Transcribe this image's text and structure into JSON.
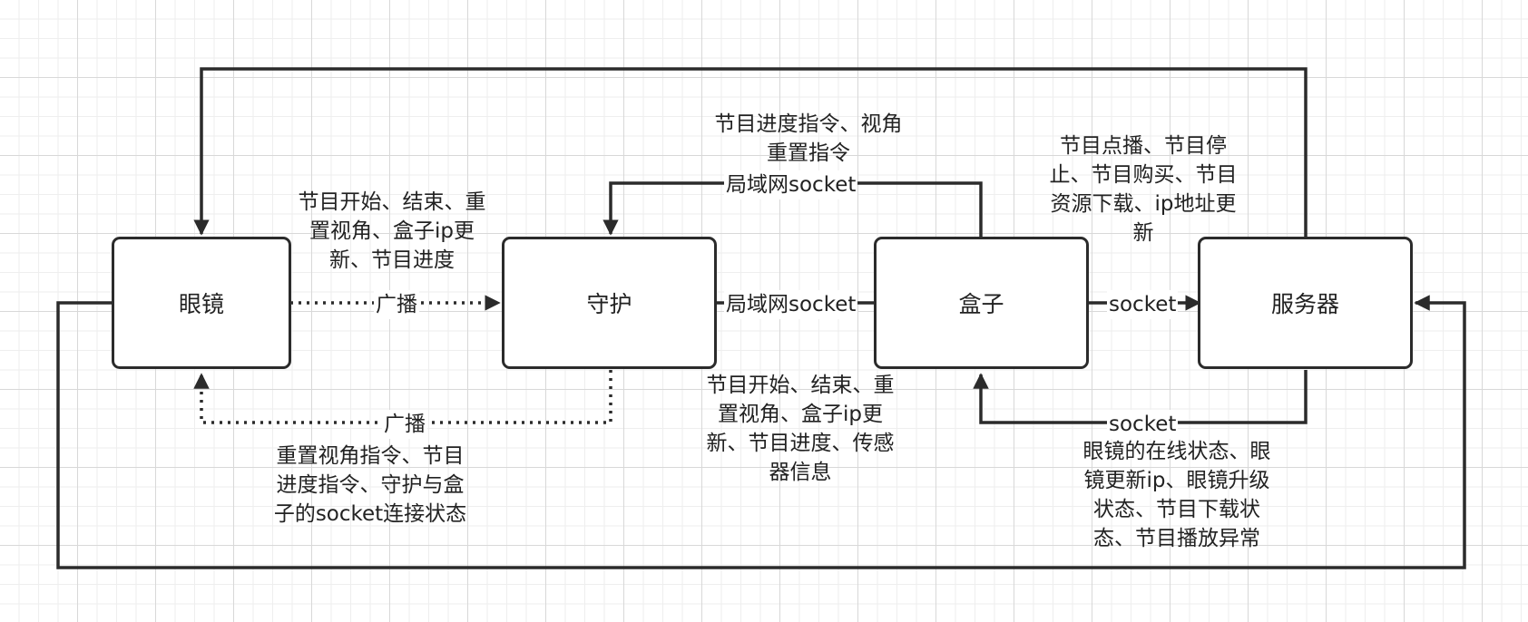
{
  "nodes": {
    "glasses": "眼镜",
    "guard": "守护",
    "box": "盒子",
    "server": "服务器"
  },
  "edges": {
    "broadcast_top": "广播",
    "broadcast_bottom": "广播",
    "lan_socket_top": "局域网socket",
    "lan_socket_mid": "局域网socket",
    "socket_mid": "socket",
    "socket_bottom": "socket"
  },
  "notes": {
    "glasses_to_guard": "节目开始、结束、重\n置视角、盒子ip更\n新、节目进度",
    "guard_to_glasses": "重置视角指令、节目\n进度指令、守护与盒\n子的socket连接状态",
    "box_to_guard": "节目进度指令、视角\n重置指令",
    "guard_to_box": "节目开始、结束、重\n置视角、盒子ip更\n新、节目进度、传感\n器信息",
    "box_to_server": "节目点播、节目停\n止、节目购买、节目\n资源下载、ip地址更\n新",
    "server_to_box": "眼镜的在线状态、眼\n镜更新ip、眼镜升级\n状态、节目下载状\n态、节目播放异常"
  },
  "colors": {
    "line": "#2b2b2b",
    "grid_major": "#d8d8d8",
    "grid_minor": "#eeeeee",
    "background": "#ffffff"
  }
}
